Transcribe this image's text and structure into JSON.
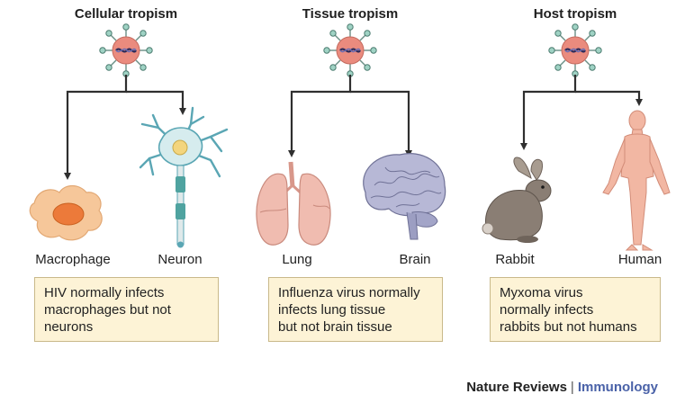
{
  "panels": [
    {
      "heading": "Cellular tropism",
      "targets": [
        "Macrophage",
        "Neuron"
      ],
      "note_lines": [
        "HIV normally infects",
        "macrophages but not",
        "neurons"
      ]
    },
    {
      "heading": "Tissue tropism",
      "targets": [
        "Lung",
        "Brain"
      ],
      "note_lines": [
        "Influenza virus normally",
        "infects lung tissue",
        "but not brain tissue"
      ]
    },
    {
      "heading": "Host tropism",
      "targets": [
        "Rabbit",
        "Human"
      ],
      "note_lines": [
        "Myxoma virus",
        "normally infects",
        "rabbits but not humans"
      ]
    }
  ],
  "credit": {
    "publisher": "Nature Reviews",
    "separator": "|",
    "journal": "Immunology"
  },
  "colors": {
    "virus": "#e9877b",
    "arrow": "#2f2f2f",
    "note_box": "#fdf3d6",
    "tissue": "#e8b0a4",
    "brain": "#aeb0cf",
    "cell": "#d6ecee",
    "rabbit": "#8a7e74",
    "journal": "#4a62a8"
  }
}
